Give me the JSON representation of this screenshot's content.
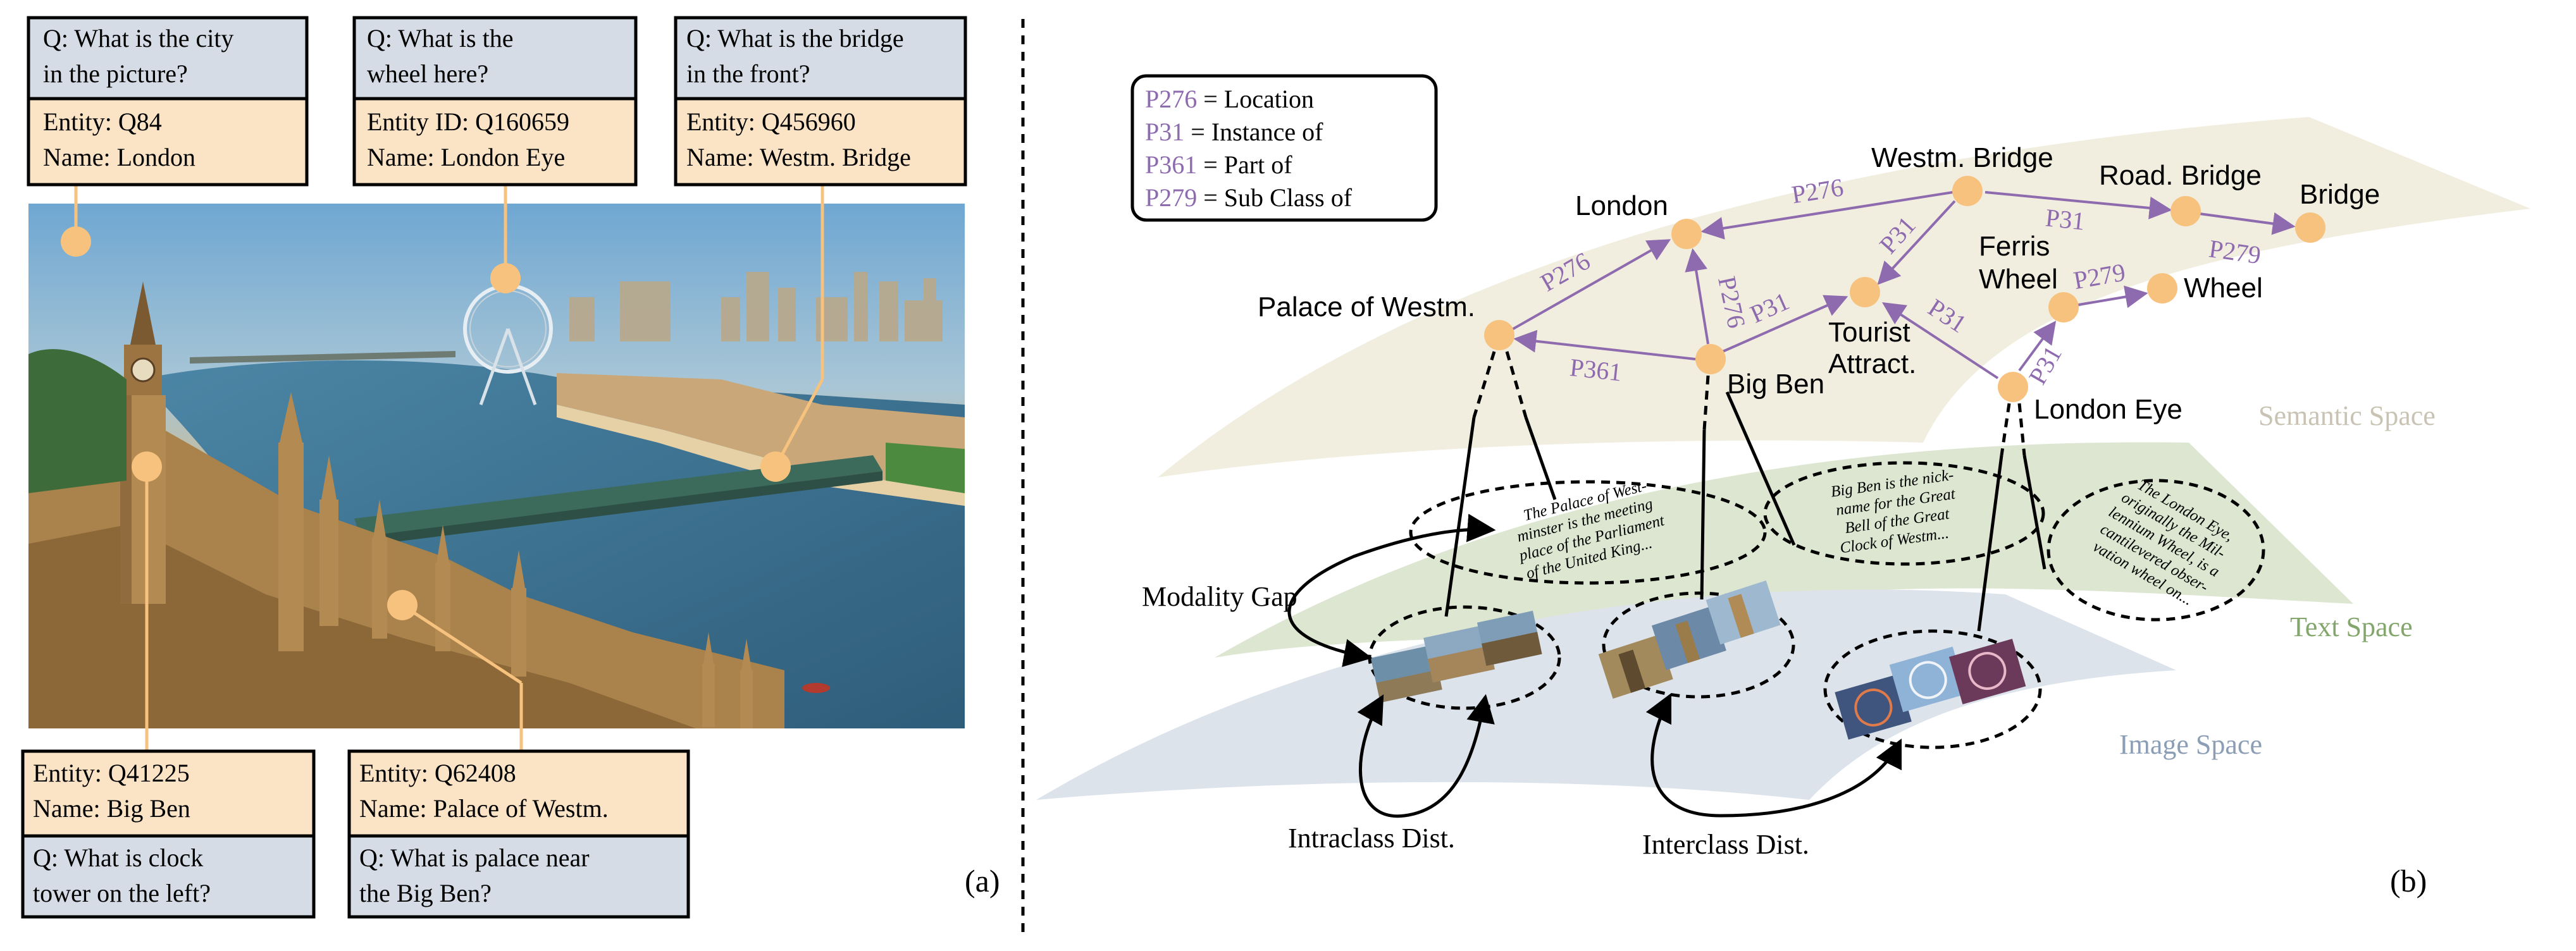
{
  "colors": {
    "question_box": "#D5DCE6",
    "entity_box": "#FBE3C6",
    "marker": "#F7C27E",
    "relation": "#8E6AAE",
    "semantic_space": "#F1EEDF",
    "text_space": "#DCE6D0",
    "image_space": "#DCE3EB",
    "semantic_label": "#C9C3B3",
    "text_label": "#82A66C",
    "image_label": "#8B9EB5"
  },
  "panel_a": {
    "label": "(a)",
    "photo_description_icon": "london-cityscape-photo",
    "callouts": {
      "london": {
        "question": [
          "Q: What is the city",
          "in the picture?"
        ],
        "entity": [
          "Entity: Q84",
          "Name: London"
        ]
      },
      "eye": {
        "question": [
          "Q: What is the",
          "wheel here?"
        ],
        "entity": [
          "Entity ID: Q160659",
          "Name: London Eye"
        ]
      },
      "bridge": {
        "question": [
          "Q: What is the bridge",
          "in the front?"
        ],
        "entity": [
          "Entity: Q456960",
          "Name: Westm. Bridge"
        ]
      },
      "bigben": {
        "entity": [
          "Entity: Q41225",
          "Name: Big Ben"
        ],
        "question": [
          "Q: What is clock",
          "tower on the left?"
        ]
      },
      "palace": {
        "entity": [
          "Entity: Q62408",
          "Name: Palace of Westm."
        ],
        "question": [
          "Q: What is palace near",
          "the Big Ben?"
        ]
      }
    }
  },
  "panel_b": {
    "label": "(b)",
    "legend": [
      {
        "code": "P276",
        "meaning": " = Location"
      },
      {
        "code": "P31",
        "meaning": " = Instance of"
      },
      {
        "code": "P361",
        "meaning": " = Part of"
      },
      {
        "code": "P279",
        "meaning": " = Sub Class of"
      }
    ],
    "nodes": {
      "london": "London",
      "westm_bridge": "Westm. Bridge",
      "road_bridge": "Road. Bridge",
      "bridge": "Bridge",
      "palace": "Palace of Westm.",
      "big_ben": "Big Ben",
      "tourist": [
        "Tourist",
        "Attract."
      ],
      "ferris": [
        "Ferris",
        "Wheel"
      ],
      "wheel": "Wheel",
      "london_eye": "London Eye"
    },
    "edges": {
      "palace_london": "P276",
      "bridge_london": "P276",
      "bridge_tourist": "P31",
      "bridge_road": "P31",
      "road_bridge_bridge": "P279",
      "bigben_london": "P276",
      "bigben_tourist": "P31",
      "bigben_palace": "P361",
      "eye_tourist": "P31",
      "eye_ferris": "P31",
      "ferris_wheel": "P279"
    },
    "spaces": {
      "semantic": "Semantic Space",
      "text": "Text Space",
      "image": "Image Space"
    },
    "text_snippets": {
      "palace": [
        "The Palace of West-",
        "minster is the meeting",
        "place of the Parliament",
        "of the United King..."
      ],
      "bigben": [
        "Big Ben is the nick-",
        "name for the Great",
        "Bell of the Great",
        "Clock of Westm..."
      ],
      "eye": [
        "The London Eye,",
        "originally the Mil-",
        "lennium Wheel, is a",
        "cantilevered obser-",
        "vation wheel on..."
      ]
    },
    "annotations": {
      "modality_gap": "Modality Gap",
      "intraclass": "Intraclass Dist.",
      "interclass": "Interclass Dist."
    }
  }
}
